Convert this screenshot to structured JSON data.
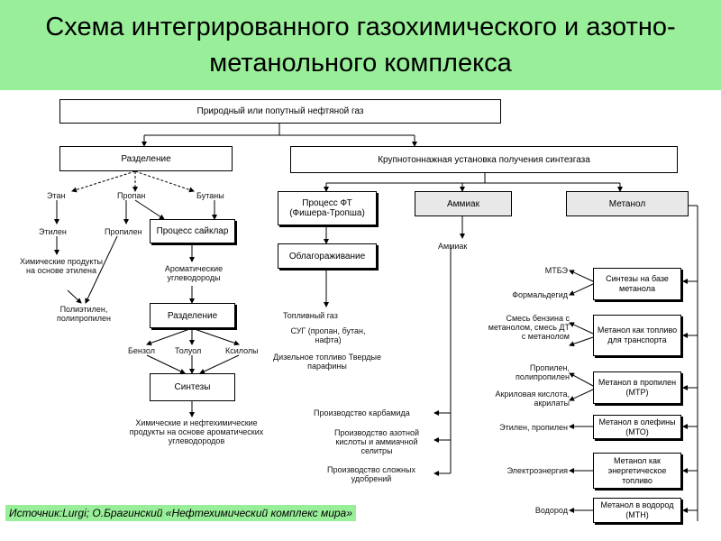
{
  "title": "Схема интегрированного газохимического и азотно-метанольного комплекса",
  "source": "Источник:Lurgi;  О.Брагинский «Нефтехимический комплекс мира»",
  "boxes": {
    "gas": "Природный или попутный нефтяной газ",
    "separation": "Разделение",
    "syngas": "Крупнотоннажная установка получения синтезгаза",
    "ft": "Процесс ФТ (Фишера-Тропша)",
    "ammonia": "Аммиак",
    "methanol": "Метанол",
    "cyclar": "Процесс сайклар",
    "refining": "Облагораживание",
    "separation2": "Разделение",
    "syntheses": "Синтезы",
    "methanol_synth": "Синтезы на базе метанола",
    "methanol_fuel": "Метанол как топливо для транспорта",
    "mtp": "Метанол в пропилен (МТР)",
    "mto": "Метанол в олефины (МТО)",
    "energy_fuel": "Метанол как энергетическое топливо",
    "mth": "Метанол в водород (МТН)"
  },
  "labels": {
    "ethane": "Этан",
    "propane": "Пропан",
    "butane": "Бутаны",
    "ethylene": "Этилен",
    "propylene": "Пропилен",
    "chem_ethylene": "Химические продукты на основе этилена",
    "polyethylene": "Полиэтилен, полипропилен",
    "aromatics": "Ароматические углеводороды",
    "benzene": "Бензол",
    "toluene": "Толуол",
    "xylenes": "Ксилолы",
    "chem_aromatic": "Химические и нефтехимические продукты на основе ароматических углеводородов",
    "ammonia_out": "Аммиак",
    "heating_gas": "Топливный газ",
    "lpg": "СУГ (пропан, бутан, нафта)",
    "diesel": "Дизельное топливо Твердые парафины",
    "urea": "Производство карбамида",
    "nitric": "Производство азотной кислоты и аммиачной селитры",
    "fertilizers": "Производство сложных удобрений",
    "mtbe": "МТБЭ",
    "formaldehyde": "Формальдегид",
    "mixture": "Смесь бензина с метанолом, смесь ДТ с метанолом",
    "propylene_poly": "Пропилен, полипропилен",
    "acrylic": "Акриловая кислота, акрилаты",
    "ethylene_propylene": "Этилен, пропилен",
    "electricity": "Электроэнергия",
    "hydrogen": "Водород"
  }
}
